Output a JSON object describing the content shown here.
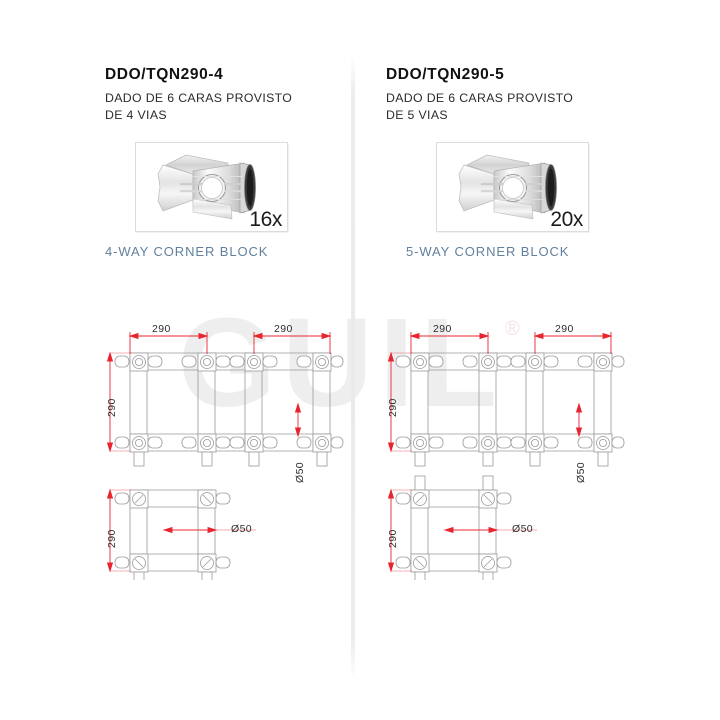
{
  "sheet": {
    "watermark": "GUIL",
    "registered_mark": "®"
  },
  "products": [
    {
      "code": "DDO/TQN290-4",
      "description": "DADO DE 6 CARAS PROVISTO\nDE 4 VIAS",
      "quantity": "16x",
      "caption": "4-WAY CORNER BLOCK",
      "photo_alt": "4-way-corner-block-photo"
    },
    {
      "code": "DDO/TQN290-5",
      "description": "DADO DE 6 CARAS PROVISTO\nDE 5 VIAS",
      "quantity": "20x",
      "caption": "5-WAY CORNER BLOCK",
      "photo_alt": "5-way-corner-block-photo"
    }
  ],
  "drawings": {
    "left": {
      "elevation": {
        "dim_top_1": "290",
        "dim_top_2": "290",
        "dim_left": "290",
        "dim_diameter": "Ø50"
      },
      "plan": {
        "dim_left": "290",
        "dim_diameter": "Ø50"
      }
    },
    "right": {
      "elevation": {
        "dim_top_1": "290",
        "dim_top_2": "290",
        "dim_left": "290",
        "dim_diameter": "Ø50"
      },
      "plan": {
        "dim_left": "290",
        "dim_diameter": "Ø50"
      }
    }
  },
  "colors": {
    "caption_blue": "#61809e",
    "dimension_red": "#e8252f",
    "line_gray": "#9a9a9a",
    "watermark_gray": "#eeeeef",
    "title_black": "#111111"
  }
}
